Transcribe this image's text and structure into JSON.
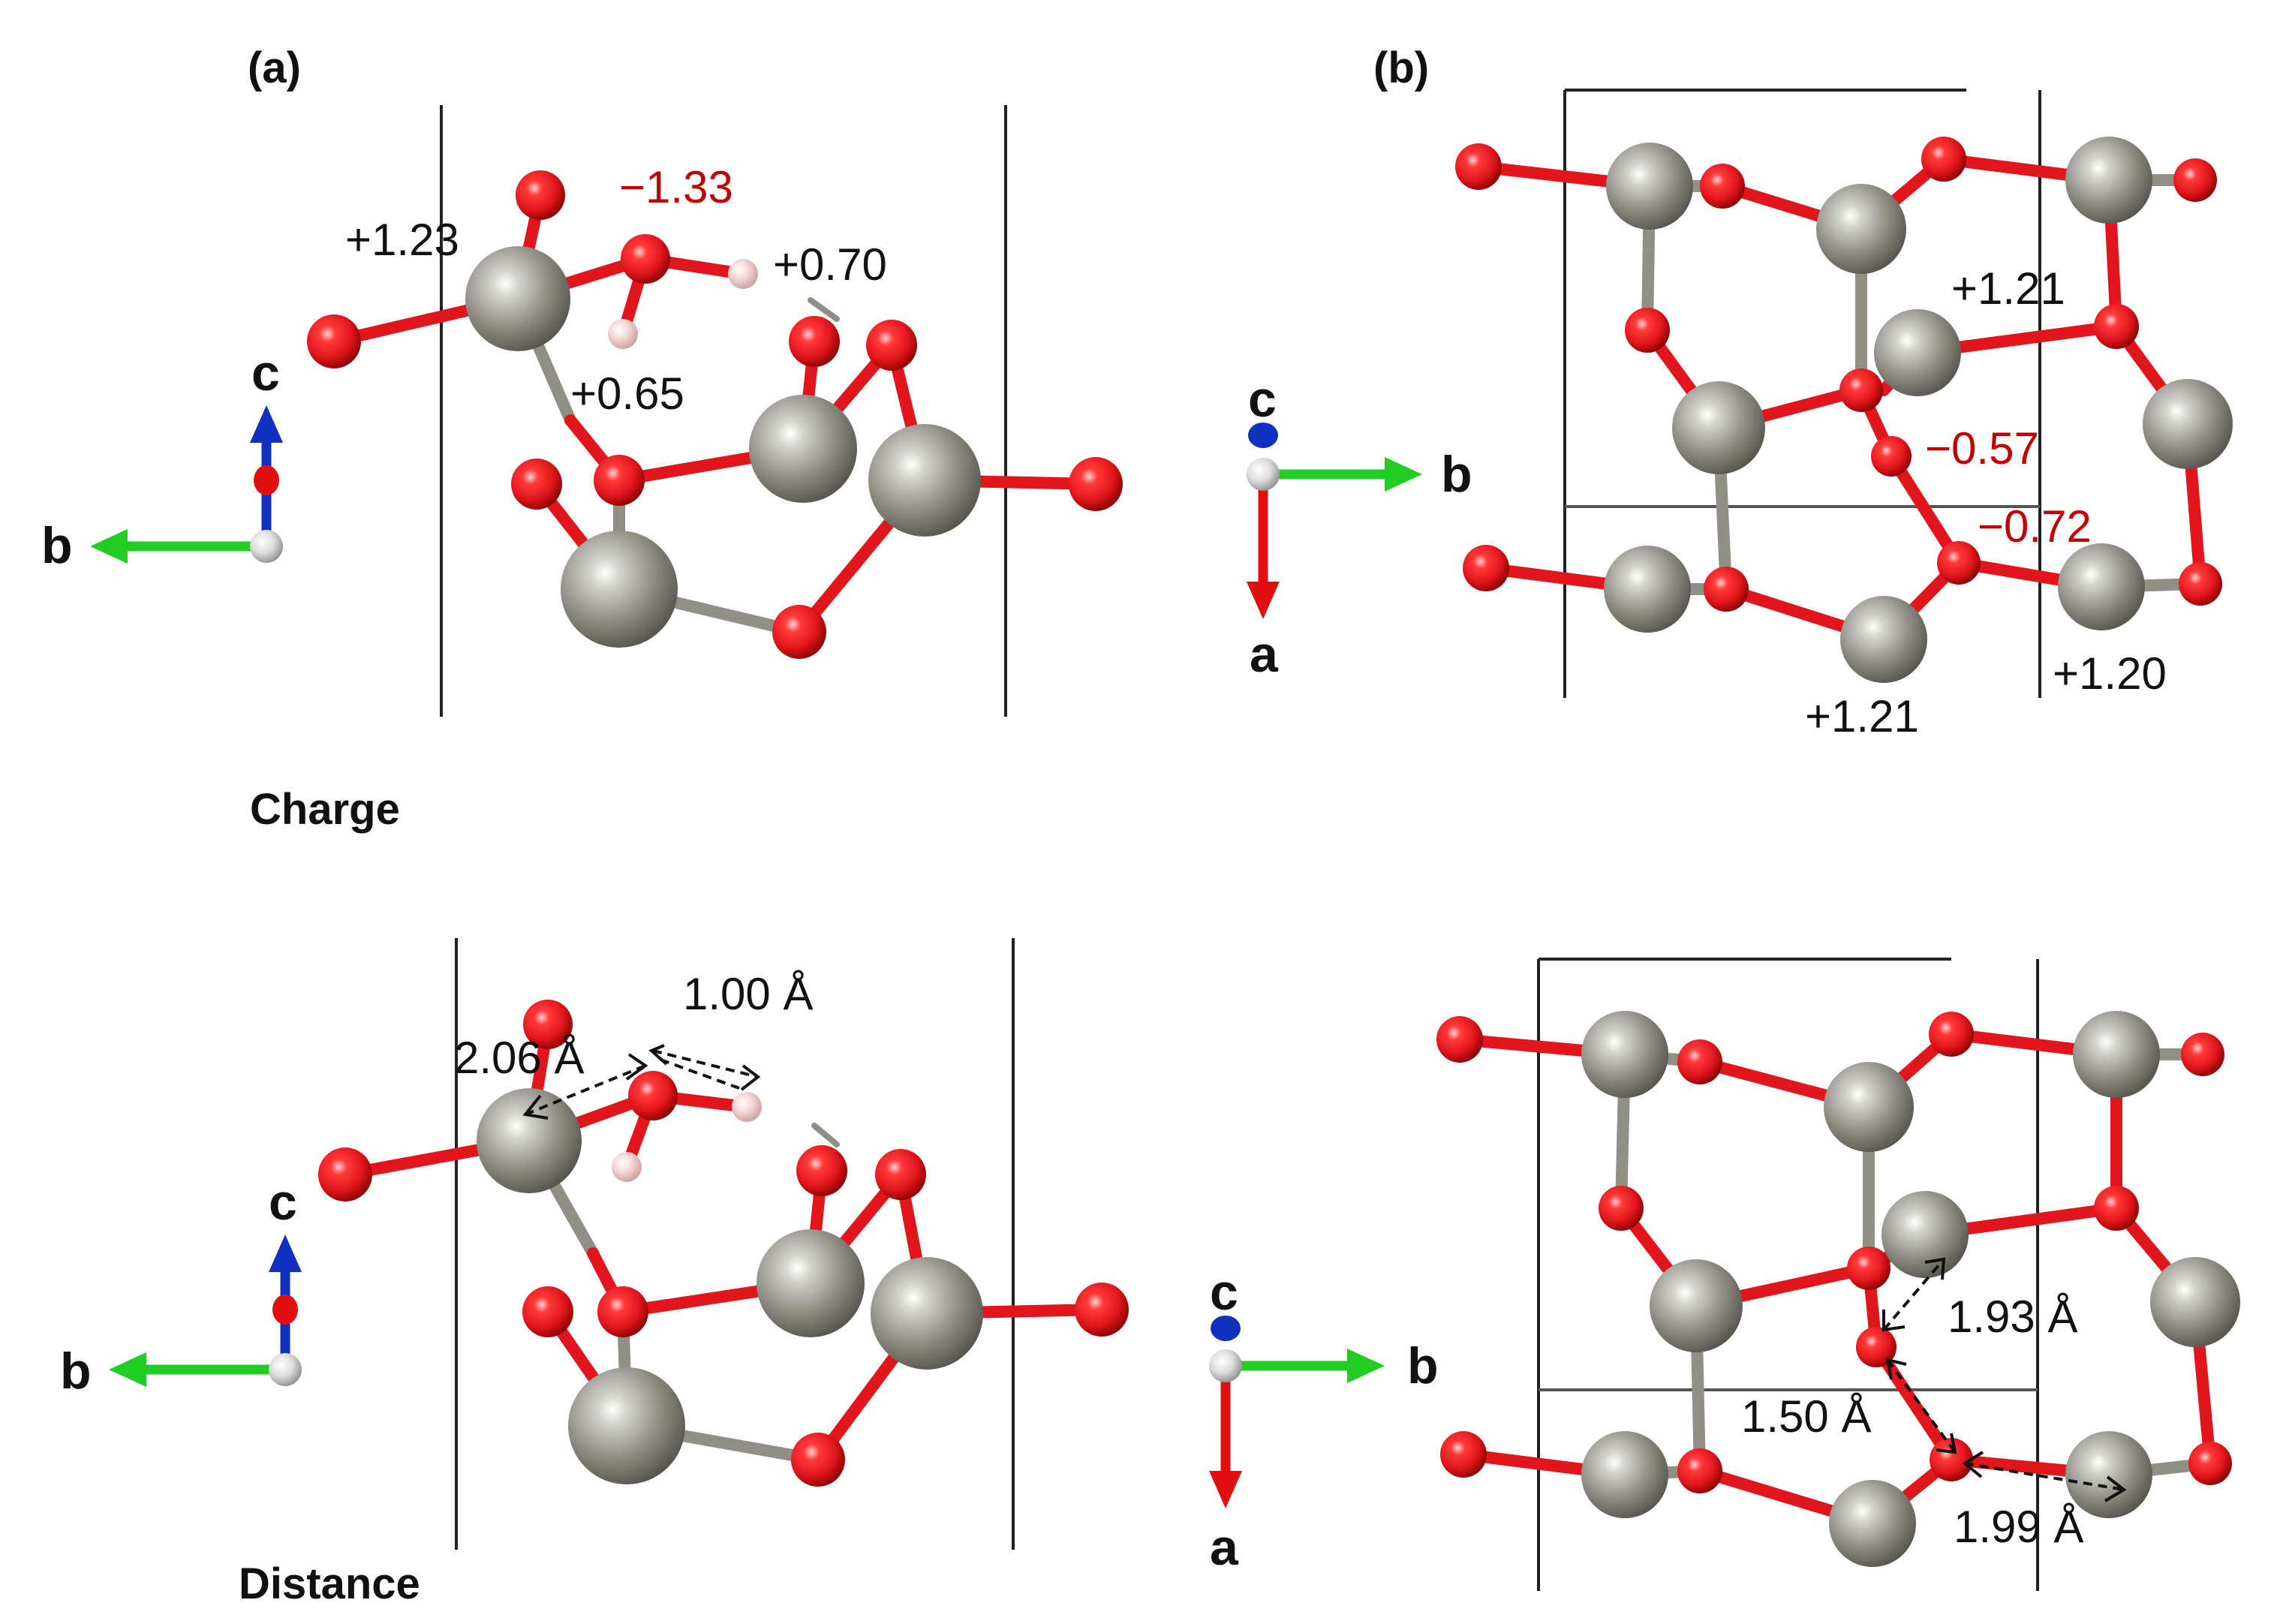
{
  "panels": {
    "a": "(a)",
    "b": "(b)"
  },
  "rows": {
    "charge": "Charge",
    "distance": "Distance"
  },
  "axes": {
    "a": "a",
    "b": "b",
    "c": "c"
  },
  "charge_labels": {
    "a_ti": "+1.23",
    "a_o_water": "−1.33",
    "a_h1": "+0.70",
    "a_h2": "+0.65",
    "b_ti_top": "+1.21",
    "b_o_upper": "−0.57",
    "b_o_lower": "−0.72",
    "b_ti_bottom": "+1.21",
    "b_ti_right": "+1.20"
  },
  "distance_labels": {
    "a_ti_o": "2.06 Å",
    "a_o_h": "1.00 Å",
    "b_o_ti": "1.93 Å",
    "b_o_o": "1.50 Å",
    "b_o_ti2": "1.99 Å"
  },
  "colors": {
    "ti_atom": "#8f8f86",
    "o_atom": "#e0161c",
    "h_atom": "#f2c8c8",
    "negative_charge_text": "#c00000",
    "axis_a": "#e01010",
    "axis_b": "#22cc22",
    "axis_c": "#1030c0"
  }
}
